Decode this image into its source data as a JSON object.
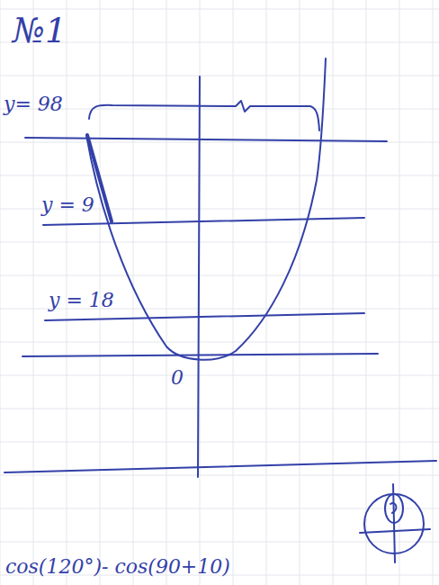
{
  "diagram": {
    "labels": [
      "№1",
      "y= 98",
      "y = 9",
      "y = 18",
      "0",
      "cos(120°)- cos(90+10)"
    ]
  }
}
